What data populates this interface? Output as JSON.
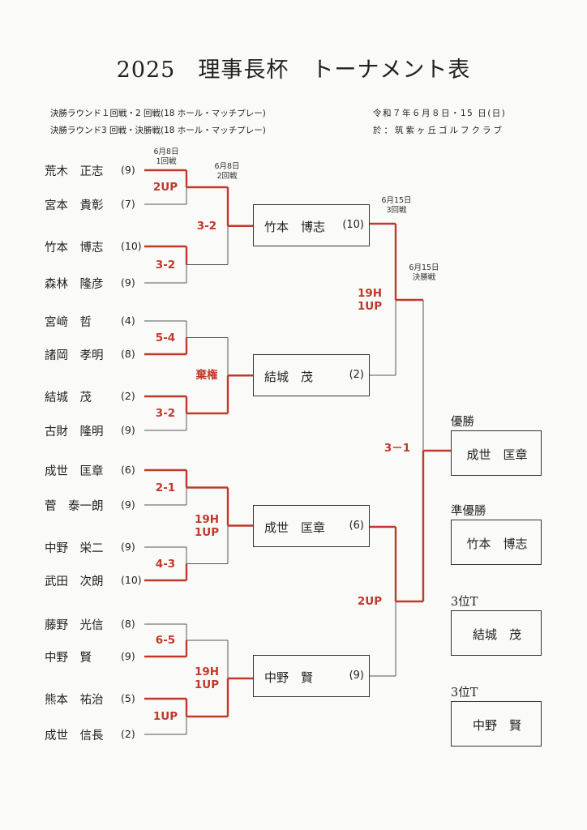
{
  "title": "2025　理事長杯　トーナメント表",
  "info": {
    "left_line1": "決勝ラウンド１回戦・2 回戦(18 ホール・マッチプレー)",
    "left_line2": "決勝ラウンド3 回戦・決勝戦(18 ホール・マッチプレー)",
    "right_line1": "令和７年６月８日・15 日(日)",
    "right_line2": "於：筑紫ヶ丘ゴルフクラブ"
  },
  "dates": {
    "r1": [
      "6月8日",
      "1回戦"
    ],
    "r2": [
      "6月8日",
      "2回戦"
    ],
    "r3": [
      "6月15日",
      "3回戦"
    ],
    "final": [
      "6月15日",
      "決勝戦"
    ]
  },
  "players": [
    {
      "name": "荒木　正志",
      "seed": "(9)"
    },
    {
      "name": "宮本　貴彰",
      "seed": "(7)"
    },
    {
      "name": "竹本　博志",
      "seed": "(10)"
    },
    {
      "name": "森林　隆彦",
      "seed": "(9)"
    },
    {
      "name": "宮﨑　哲",
      "seed": "(4)"
    },
    {
      "name": "諸岡　孝明",
      "seed": "(8)"
    },
    {
      "name": "結城　茂",
      "seed": "(2)"
    },
    {
      "name": "古財　隆明",
      "seed": "(9)"
    },
    {
      "name": "成世　匡章",
      "seed": "(6)"
    },
    {
      "name": "菅　泰一朗",
      "seed": "(9)"
    },
    {
      "name": "中野　栄二",
      "seed": "(9)"
    },
    {
      "name": "武田　次朗",
      "seed": "(10)"
    },
    {
      "name": "藤野　光信",
      "seed": "(8)"
    },
    {
      "name": "中野　賢",
      "seed": "(9)"
    },
    {
      "name": "熊本　祐治",
      "seed": "(5)"
    },
    {
      "name": "成世　信長",
      "seed": "(2)"
    }
  ],
  "results": {
    "r1": [
      "2UP",
      "3-2",
      "5-4",
      "3-2",
      "2-1",
      "4-3",
      "6-5",
      "1UP"
    ],
    "r2": [
      "3-2",
      "棄権",
      "19H\n1UP",
      "19H\n1UP"
    ],
    "r3": [
      "19H\n1UP",
      "2UP"
    ],
    "final": "3－1"
  },
  "semis": [
    {
      "name": "竹本　博志",
      "seed": "(10)"
    },
    {
      "name": "結城　茂",
      "seed": "(2)"
    },
    {
      "name": "成世　匡章",
      "seed": "(6)"
    },
    {
      "name": "中野　賢",
      "seed": "(9)"
    }
  ],
  "placements": [
    {
      "label": "優勝",
      "name": "成世　匡章"
    },
    {
      "label": "準優勝",
      "name": "竹本　博志"
    },
    {
      "label": "3位T",
      "name": "結城　茂"
    },
    {
      "label": "3位T",
      "name": "中野　賢"
    }
  ],
  "colors": {
    "winner_line": "#c0392b",
    "line": "#555555"
  }
}
